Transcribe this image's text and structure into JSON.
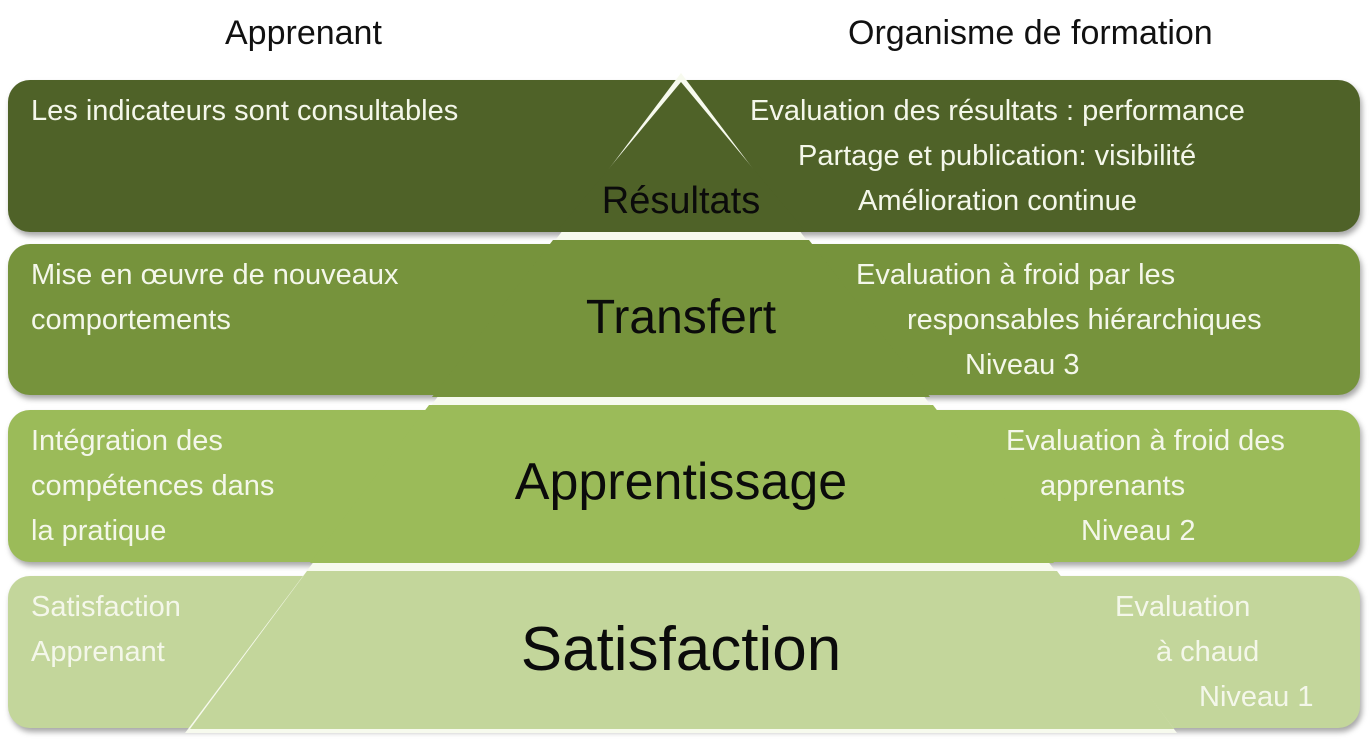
{
  "headers": {
    "left": "Apprenant",
    "right": "Organisme de formation"
  },
  "colors": {
    "level4": "#4f6228",
    "level3": "#76933c",
    "level2": "#9bbb59",
    "level1": "#c3d69b",
    "divider": "#f7faee",
    "side_text": "#f4f7ea",
    "pyramid_text": "#0b0b0b"
  },
  "levels": [
    {
      "pyramid_label": "Résultats",
      "left_lines": [
        "Les indicateurs sont consultables"
      ],
      "right_lines": [
        "Evaluation des résultats : performance",
        "Partage et publication: visibilité",
        "Amélioration continue"
      ]
    },
    {
      "pyramid_label": "Transfert",
      "left_lines": [
        "Mise en œuvre de nouveaux",
        "comportements"
      ],
      "right_lines": [
        "Evaluation à froid par les",
        "responsables hiérarchiques",
        "Niveau 3"
      ]
    },
    {
      "pyramid_label": "Apprentissage",
      "left_lines": [
        "Intégration des",
        "compétences dans",
        "la pratique"
      ],
      "right_lines": [
        "Evaluation à froid des",
        "apprenants",
        "Niveau 2"
      ]
    },
    {
      "pyramid_label": "Satisfaction",
      "left_lines": [
        "Satisfaction",
        "Apprenant"
      ],
      "right_lines": [
        "Evaluation",
        "à chaud",
        "Niveau 1"
      ]
    }
  ]
}
